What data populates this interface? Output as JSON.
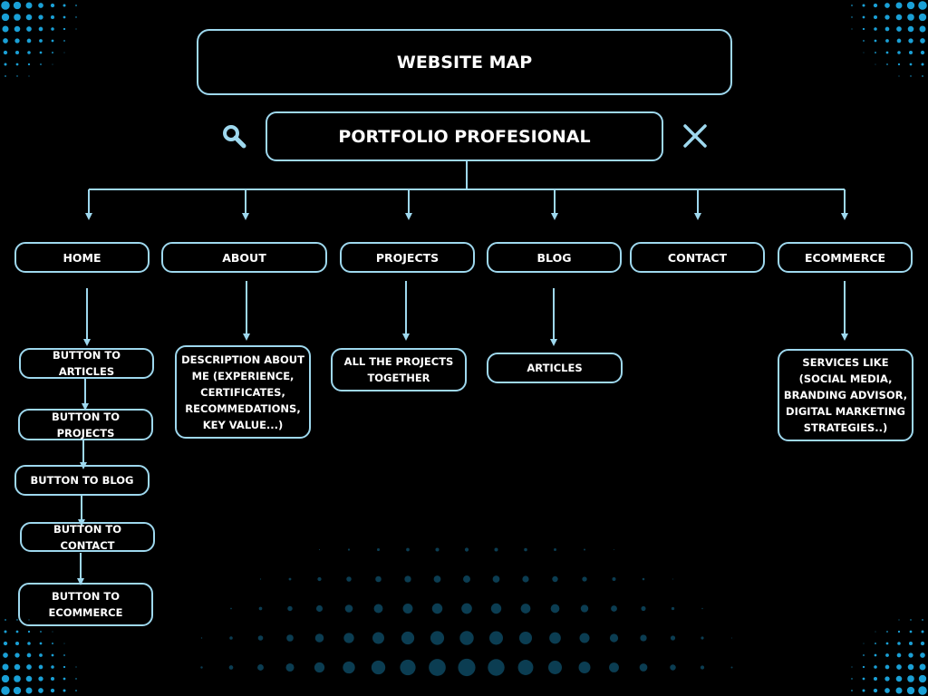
{
  "colors": {
    "accent": "#9ed8ee",
    "background": "#000000",
    "dots": "#1aa0d6",
    "dots_dark": "#0b3d52",
    "text": "#ffffff"
  },
  "title": "WEBSITE MAP",
  "root": "PORTFOLIO PROFESIONAL",
  "icons": {
    "left": "search-icon",
    "right": "close-icon"
  },
  "nav": [
    {
      "label": "HOME"
    },
    {
      "label": "ABOUT"
    },
    {
      "label": "PROJECTS"
    },
    {
      "label": "BLOG"
    },
    {
      "label": "CONTACT"
    },
    {
      "label": "ECOMMERCE"
    }
  ],
  "home_buttons": [
    "BUTTON TO ARTICLES",
    "BUTTON TO PROJECTS",
    "BUTTON TO BLOG",
    "BUTTON TO CONTACT",
    "BUTTON TO ECOMMERCE"
  ],
  "about_child": "DESCRIPTION ABOUT ME (EXPERIENCE, CERTIFICATES, RECOMMEDATIONS, KEY VALUE...)",
  "projects_child": "ALL THE PROJECTS TOGETHER",
  "blog_child": "ARTICLES",
  "ecommerce_child": "SERVICES LIKE (SOCIAL MEDIA, BRANDING ADVISOR, DIGITAL MARKETING STRATEGIES..)"
}
